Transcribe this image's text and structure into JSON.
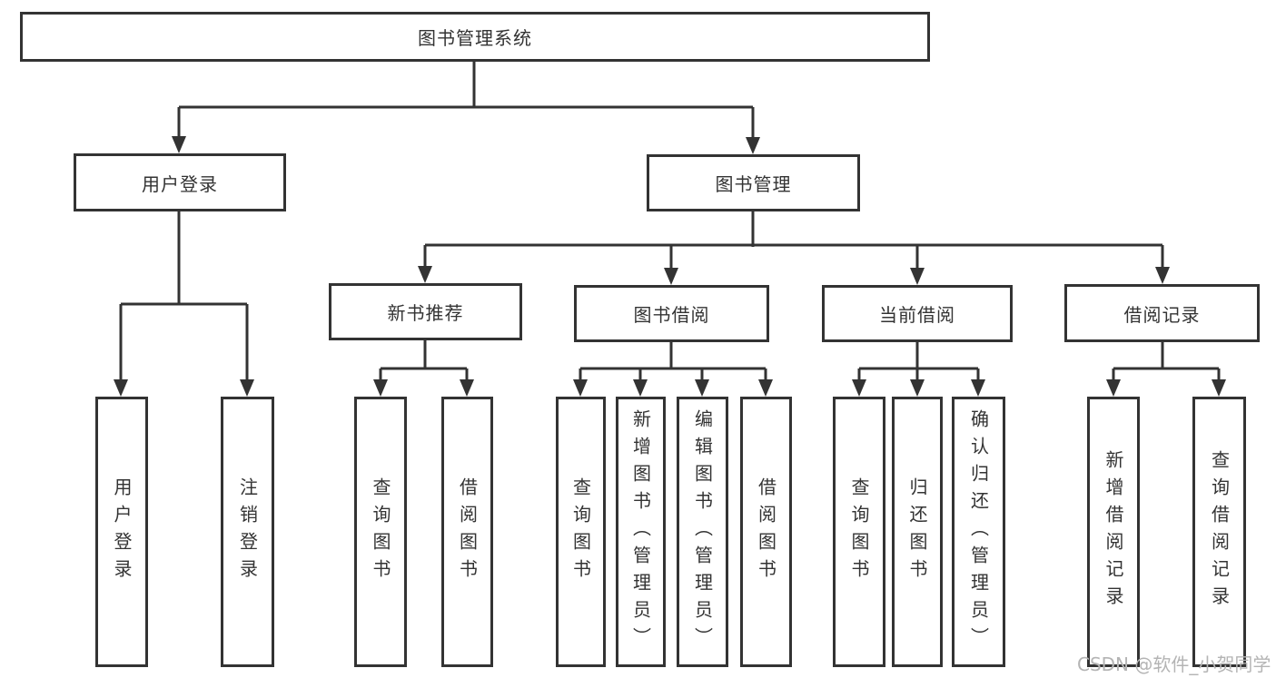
{
  "diagram_type": "hierarchy-tree",
  "tree": {
    "label": "图书管理系统",
    "children": [
      {
        "label": "用户登录",
        "children": [
          {
            "label": "用户登录"
          },
          {
            "label": "注销登录"
          }
        ]
      },
      {
        "label": "图书管理",
        "children": [
          {
            "label": "新书推荐",
            "children": [
              {
                "label": "查询图书"
              },
              {
                "label": "借阅图书"
              }
            ]
          },
          {
            "label": "图书借阅",
            "children": [
              {
                "label": "查询图书"
              },
              {
                "label": "新增图书（管理员）"
              },
              {
                "label": "编辑图书（管理员）"
              },
              {
                "label": "借阅图书"
              }
            ]
          },
          {
            "label": "当前借阅",
            "children": [
              {
                "label": "查询图书"
              },
              {
                "label": "归还图书"
              },
              {
                "label": "确认归还（管理员）"
              }
            ]
          },
          {
            "label": "借阅记录",
            "children": [
              {
                "label": "新增借阅记录"
              },
              {
                "label": "查询借阅记录"
              }
            ]
          }
        ]
      }
    ]
  },
  "watermark": {
    "text": "CSDN @软件_小贺同学"
  },
  "colors": {
    "line": "#333333",
    "box_border": "#333333",
    "text": "#333333",
    "watermark": "#b4b4b4",
    "background": "#ffffff"
  }
}
